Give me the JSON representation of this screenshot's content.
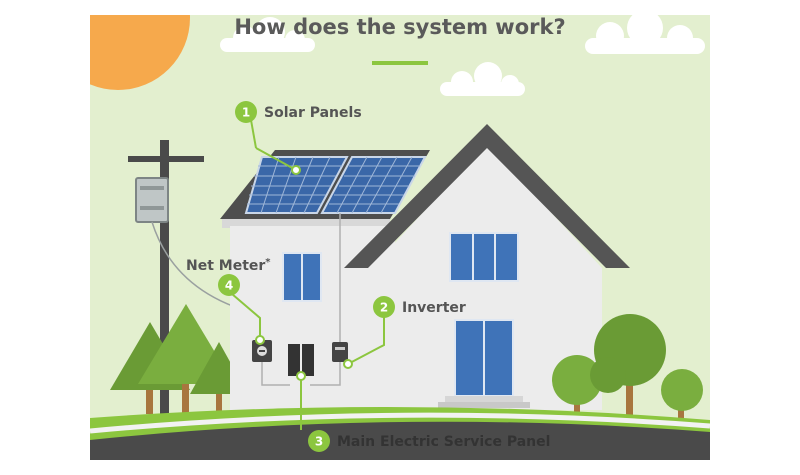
{
  "title": "How does the system work?",
  "callouts": [
    {
      "number": "1",
      "label": "Solar Panels"
    },
    {
      "number": "2",
      "label": "Inverter"
    },
    {
      "number": "3",
      "label": "Main Electric Service Panel"
    },
    {
      "number": "4",
      "label": "Net Meter"
    }
  ],
  "net_meter_mark": "*",
  "colors": {
    "background": "#e3efcf",
    "accent_green": "#8cc63f",
    "sun": "#f6a94c",
    "roof": "#4e4e4e",
    "wall": "#ececec",
    "window": "#3f73b8",
    "tree": "#6a9b35",
    "trunk": "#a8763e",
    "road": "#4a4a4a"
  }
}
